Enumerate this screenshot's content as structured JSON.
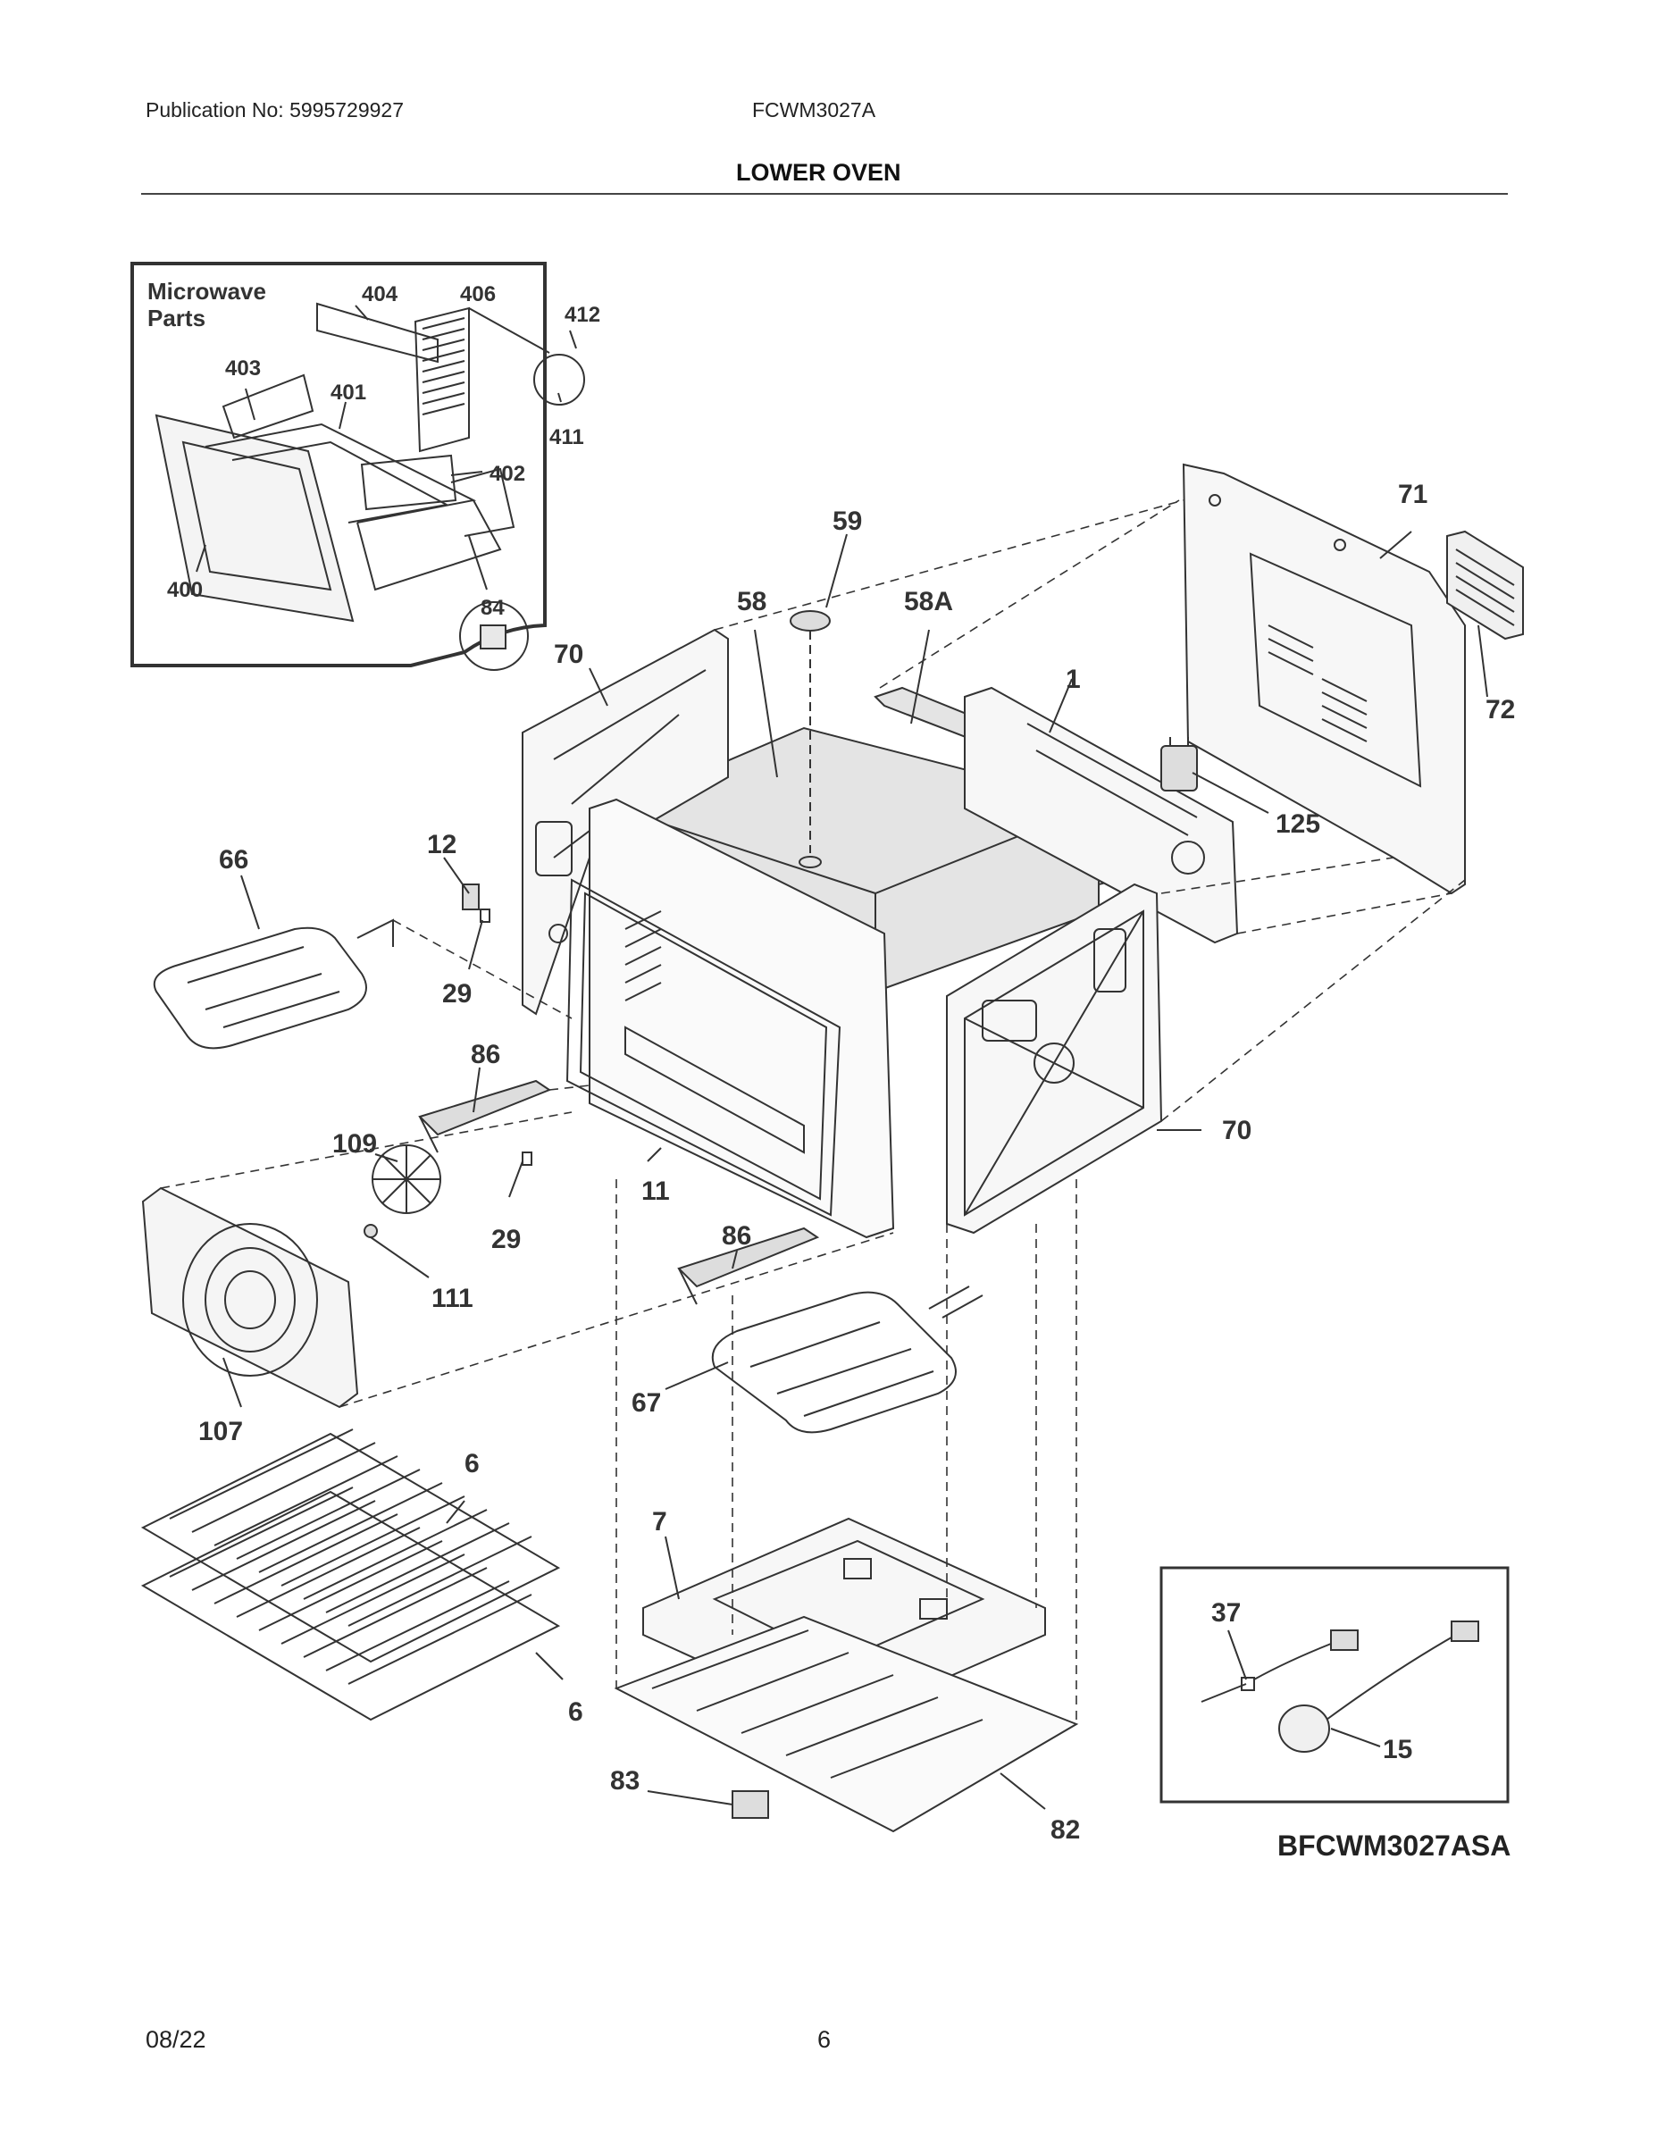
{
  "header": {
    "publication": "Publication No: 5995729927",
    "model": "FCWM3027A",
    "section_title": "LOWER OVEN"
  },
  "inset_microwave": {
    "title_line1": "Microwave",
    "title_line2": "Parts",
    "labels": [
      "404",
      "406",
      "412",
      "403",
      "401",
      "411",
      "402",
      "400",
      "84"
    ]
  },
  "callouts": {
    "c59": "59",
    "c58": "58",
    "c58a": "58A",
    "c70a": "70",
    "c70b": "70",
    "c71": "71",
    "c72": "72",
    "c1": "1",
    "c125": "125",
    "c66": "66",
    "c12": "12",
    "c29a": "29",
    "c29b": "29",
    "c86a": "86",
    "c86b": "86",
    "c109": "109",
    "c11": "11",
    "c111": "111",
    "c107": "107",
    "c67": "67",
    "c6a": "6",
    "c6b": "6",
    "c7": "7",
    "c83": "83",
    "c82": "82"
  },
  "inset_sensor": {
    "c37": "37",
    "c15": "15"
  },
  "diagram_ref": "BFCWM3027ASA",
  "footer": {
    "date": "08/22",
    "page": "6"
  }
}
